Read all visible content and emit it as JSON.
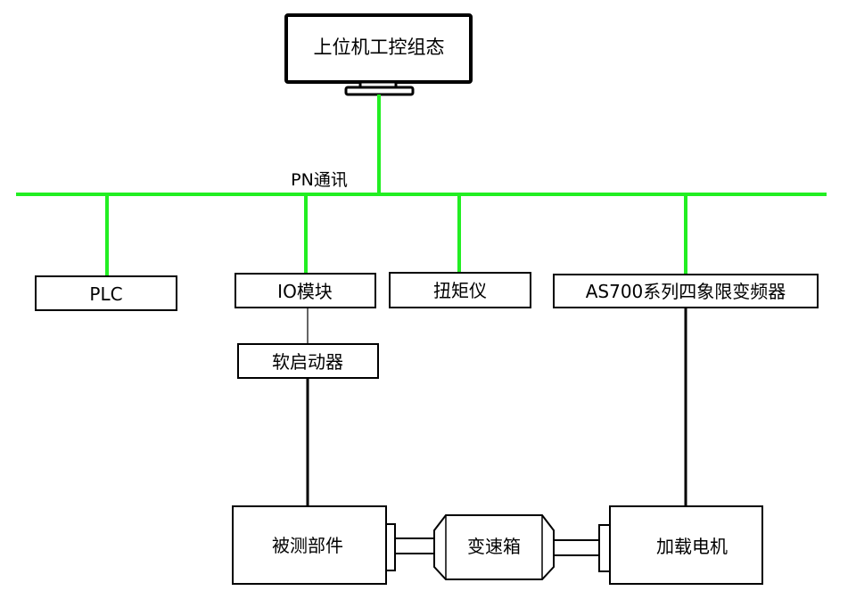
{
  "colors": {
    "bus": "#22ee22",
    "line": "#000000"
  },
  "nodes": {
    "hmi": "上位机工控组态",
    "bus_label": "PN通讯",
    "plc": "PLC",
    "io": "IO模块",
    "torque": "扭矩仪",
    "vfd": "AS700系列四象限变频器",
    "soft_starter": "软启动器",
    "dut": "被测部件",
    "gearbox": "变速箱",
    "load_motor": "加载电机"
  }
}
